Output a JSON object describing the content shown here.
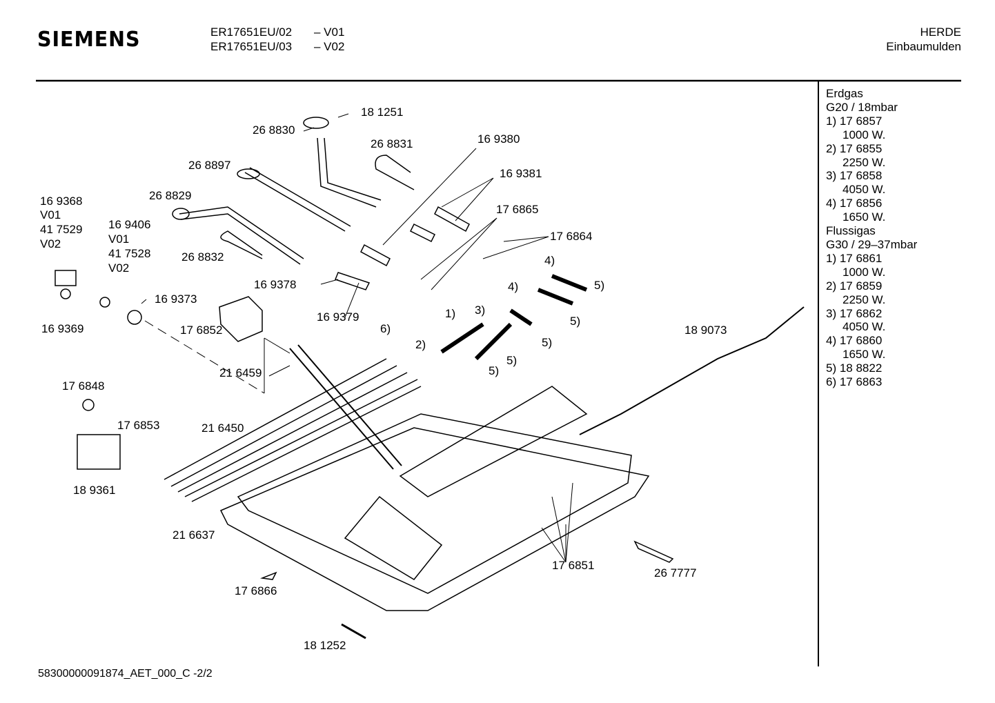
{
  "header": {
    "brand": "SIEMENS",
    "models": [
      {
        "model": "ER17651EU/02",
        "version": "– V01"
      },
      {
        "model": "ER17651EU/03",
        "version": "– V02"
      }
    ],
    "category": "HERDE",
    "subcategory": "Einbaumulden"
  },
  "legend": {
    "group1_title": "Erdgas",
    "group1_spec": "G20 / 18mbar",
    "group1_items": [
      {
        "ref": "1) 17 6857",
        "power": "1000 W."
      },
      {
        "ref": "2) 17 6855",
        "power": "2250 W."
      },
      {
        "ref": "3) 17 6858",
        "power": "4050 W."
      },
      {
        "ref": "4) 17 6856",
        "power": "1650 W."
      }
    ],
    "group2_title": "Flussigas",
    "group2_spec": "G30 / 29–37mbar",
    "group2_items": [
      {
        "ref": "1) 17 6861",
        "power": "1000 W."
      },
      {
        "ref": "2) 17 6859",
        "power": "2250 W."
      },
      {
        "ref": "3) 17 6862",
        "power": "4050 W."
      },
      {
        "ref": "4) 17 6860",
        "power": "1650 W."
      }
    ],
    "extra_items": [
      "5) 18 8822",
      "6) 17 6863"
    ]
  },
  "labels": [
    "18 1251",
    "26 8830",
    "26 8831",
    "16 9380",
    "26 8897",
    "16 9381",
    "26 8829",
    "16 9368",
    "V01",
    "41 7529",
    "V02",
    "16 9406",
    "V01",
    "41 7528",
    "V02",
    "17 6865",
    "17 6864",
    "26 8832",
    "4)",
    "16 9378",
    "5)",
    "4)",
    "16 9373",
    "3)",
    "1)",
    "16 9379",
    "5)",
    "16 9369",
    "17 6852",
    "6)",
    "18 9073",
    "2)",
    "5)",
    "5)",
    "5)",
    "21 6459",
    "17 6848",
    "17 6853",
    "21 6450",
    "18 9361",
    "21 6637",
    "17 6851",
    "26 7777",
    "17 6866",
    "18 1252"
  ],
  "footer": "58300000091874_AET_000_C   -2/2"
}
